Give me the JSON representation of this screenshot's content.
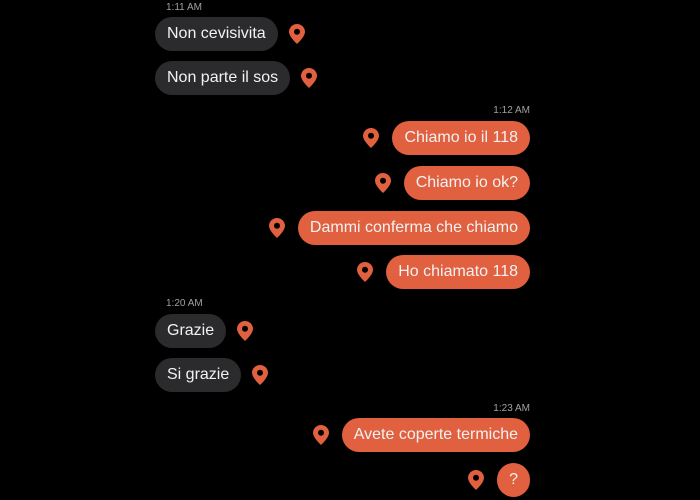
{
  "accent": "#e0603f",
  "messages": [
    {
      "type": "time",
      "text": "1:11 AM",
      "side": "left"
    },
    {
      "type": "msg",
      "text": "Non cevisivita",
      "side": "in"
    },
    {
      "type": "msg",
      "text": "Non parte il sos",
      "side": "in"
    },
    {
      "type": "time",
      "text": "1:12 AM",
      "side": "right"
    },
    {
      "type": "msg",
      "text": "Chiamo io il 118",
      "side": "out"
    },
    {
      "type": "msg",
      "text": "Chiamo io ok?",
      "side": "out"
    },
    {
      "type": "msg",
      "text": "Dammi conferma che chiamo",
      "side": "out"
    },
    {
      "type": "msg",
      "text": "Ho chiamato 118",
      "side": "out"
    },
    {
      "type": "time",
      "text": "1:20 AM",
      "side": "left"
    },
    {
      "type": "msg",
      "text": "Grazie",
      "side": "in"
    },
    {
      "type": "msg",
      "text": "Si grazie",
      "side": "in"
    },
    {
      "type": "time",
      "text": "1:23 AM",
      "side": "right"
    },
    {
      "type": "msg",
      "text": "Avete coperte termiche",
      "side": "out"
    },
    {
      "type": "msg",
      "text": "?",
      "side": "out"
    }
  ]
}
